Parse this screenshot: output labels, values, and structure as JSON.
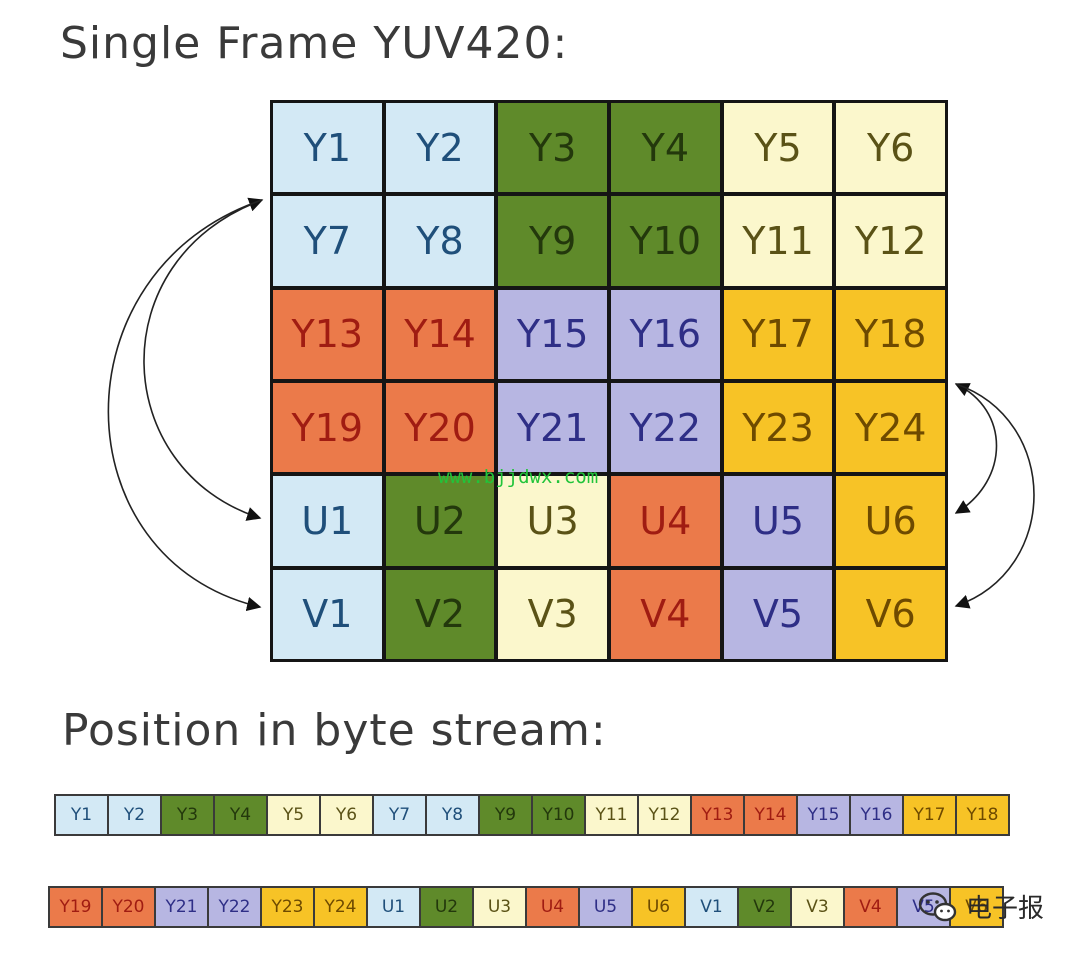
{
  "title": "Single Frame YUV420:",
  "subtitle": "Position in byte stream:",
  "watermark": "www.bjjdwx.com",
  "logo_text": "电子报",
  "colors": {
    "lightblue": {
      "bg": "#d3e9f5",
      "fg": "#1f4f7a"
    },
    "green": {
      "bg": "#5f8a2a",
      "fg": "#23380c"
    },
    "lightyellow": {
      "bg": "#fbf7cc",
      "fg": "#5a5216"
    },
    "orange": {
      "bg": "#eb7a4a",
      "fg": "#a01c12"
    },
    "lavender": {
      "bg": "#b7b6e2",
      "fg": "#2e2e86"
    },
    "gold": {
      "bg": "#f7c326",
      "fg": "#6e4a00"
    }
  },
  "grid": [
    {
      "label": "Y1",
      "color": "lightblue"
    },
    {
      "label": "Y2",
      "color": "lightblue"
    },
    {
      "label": "Y3",
      "color": "green"
    },
    {
      "label": "Y4",
      "color": "green"
    },
    {
      "label": "Y5",
      "color": "lightyellow"
    },
    {
      "label": "Y6",
      "color": "lightyellow"
    },
    {
      "label": "Y7",
      "color": "lightblue"
    },
    {
      "label": "Y8",
      "color": "lightblue"
    },
    {
      "label": "Y9",
      "color": "green"
    },
    {
      "label": "Y10",
      "color": "green"
    },
    {
      "label": "Y11",
      "color": "lightyellow"
    },
    {
      "label": "Y12",
      "color": "lightyellow"
    },
    {
      "label": "Y13",
      "color": "orange"
    },
    {
      "label": "Y14",
      "color": "orange"
    },
    {
      "label": "Y15",
      "color": "lavender"
    },
    {
      "label": "Y16",
      "color": "lavender"
    },
    {
      "label": "Y17",
      "color": "gold"
    },
    {
      "label": "Y18",
      "color": "gold"
    },
    {
      "label": "Y19",
      "color": "orange"
    },
    {
      "label": "Y20",
      "color": "orange"
    },
    {
      "label": "Y21",
      "color": "lavender"
    },
    {
      "label": "Y22",
      "color": "lavender"
    },
    {
      "label": "Y23",
      "color": "gold"
    },
    {
      "label": "Y24",
      "color": "gold"
    },
    {
      "label": "U1",
      "color": "lightblue"
    },
    {
      "label": "U2",
      "color": "green"
    },
    {
      "label": "U3",
      "color": "lightyellow"
    },
    {
      "label": "U4",
      "color": "orange"
    },
    {
      "label": "U5",
      "color": "lavender"
    },
    {
      "label": "U6",
      "color": "gold"
    },
    {
      "label": "V1",
      "color": "lightblue"
    },
    {
      "label": "V2",
      "color": "green"
    },
    {
      "label": "V3",
      "color": "lightyellow"
    },
    {
      "label": "V4",
      "color": "orange"
    },
    {
      "label": "V5",
      "color": "lavender"
    },
    {
      "label": "V6",
      "color": "gold"
    }
  ],
  "stream_row1": [
    {
      "label": "Y1",
      "color": "lightblue"
    },
    {
      "label": "Y2",
      "color": "lightblue"
    },
    {
      "label": "Y3",
      "color": "green"
    },
    {
      "label": "Y4",
      "color": "green"
    },
    {
      "label": "Y5",
      "color": "lightyellow"
    },
    {
      "label": "Y6",
      "color": "lightyellow"
    },
    {
      "label": "Y7",
      "color": "lightblue"
    },
    {
      "label": "Y8",
      "color": "lightblue"
    },
    {
      "label": "Y9",
      "color": "green"
    },
    {
      "label": "Y10",
      "color": "green"
    },
    {
      "label": "Y11",
      "color": "lightyellow"
    },
    {
      "label": "Y12",
      "color": "lightyellow"
    },
    {
      "label": "Y13",
      "color": "orange"
    },
    {
      "label": "Y14",
      "color": "orange"
    },
    {
      "label": "Y15",
      "color": "lavender"
    },
    {
      "label": "Y16",
      "color": "lavender"
    },
    {
      "label": "Y17",
      "color": "gold"
    },
    {
      "label": "Y18",
      "color": "gold"
    }
  ],
  "stream_row2": [
    {
      "label": "Y19",
      "color": "orange"
    },
    {
      "label": "Y20",
      "color": "orange"
    },
    {
      "label": "Y21",
      "color": "lavender"
    },
    {
      "label": "Y22",
      "color": "lavender"
    },
    {
      "label": "Y23",
      "color": "gold"
    },
    {
      "label": "Y24",
      "color": "gold"
    },
    {
      "label": "U1",
      "color": "lightblue"
    },
    {
      "label": "U2",
      "color": "green"
    },
    {
      "label": "U3",
      "color": "lightyellow"
    },
    {
      "label": "U4",
      "color": "orange"
    },
    {
      "label": "U5",
      "color": "lavender"
    },
    {
      "label": "U6",
      "color": "gold"
    },
    {
      "label": "V1",
      "color": "lightblue"
    },
    {
      "label": "V2",
      "color": "green"
    },
    {
      "label": "V3",
      "color": "lightyellow"
    },
    {
      "label": "V4",
      "color": "orange"
    },
    {
      "label": "V5",
      "color": "lavender"
    },
    {
      "label": "V6",
      "color": "gold"
    }
  ]
}
